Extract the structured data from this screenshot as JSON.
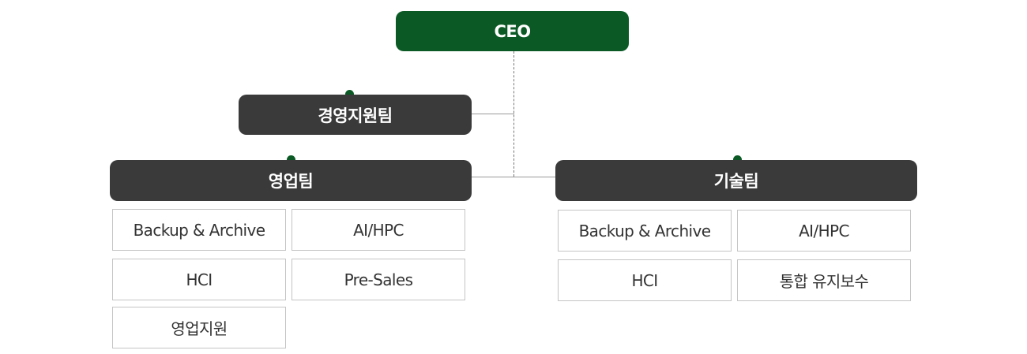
{
  "org": {
    "ceo": "CEO",
    "management": "경영지원팀",
    "sales": {
      "title": "영업팀",
      "items": [
        "Backup & Archive",
        "AI/HPC",
        "HCI",
        "Pre-Sales",
        "영업지원"
      ]
    },
    "tech": {
      "title": "기술팀",
      "items": [
        "Backup & Archive",
        "AI/HPC",
        "HCI",
        "통합 유지보수"
      ]
    }
  },
  "colors": {
    "ceo_bg": "#0b5a25",
    "dept_bg": "#3a3a3a",
    "dot": "#0b5a25",
    "cell_border": "#c4c4c4"
  }
}
